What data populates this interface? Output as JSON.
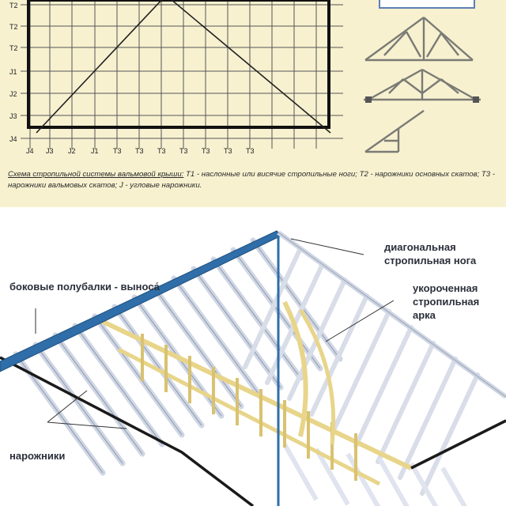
{
  "plan": {
    "left_labels": [
      "T2",
      "T2",
      "T2",
      "J1",
      "J2",
      "J3",
      "J4"
    ],
    "bottom_labels": [
      "J4",
      "J3",
      "J2",
      "J1",
      "T3",
      "T3",
      "T3",
      "T3",
      "T3",
      "T3",
      "T3"
    ]
  },
  "caption": {
    "title": "Схема стропильной системы вальмовой крыши:",
    "body": " T1 - наслонные или висячие стропильные ноги; T2 - нарожники основных скатов; T3 - нарожники вальмовых скатов; J - угловые нарожники."
  },
  "callouts": {
    "side_half_beams": "боковые полубалки - выноса́",
    "diagonal_rafter": "диагональная стропильная нога",
    "shortened_arch": "укороченная стропильная арка",
    "jack_rafters": "нарожники"
  },
  "colors": {
    "top_background": "#f7f1d0",
    "frame": "#111111",
    "rafter_light": "#dfe4ee",
    "rafter_wood": "#e8d58a",
    "ridge_blue": "#2f6ea8"
  }
}
